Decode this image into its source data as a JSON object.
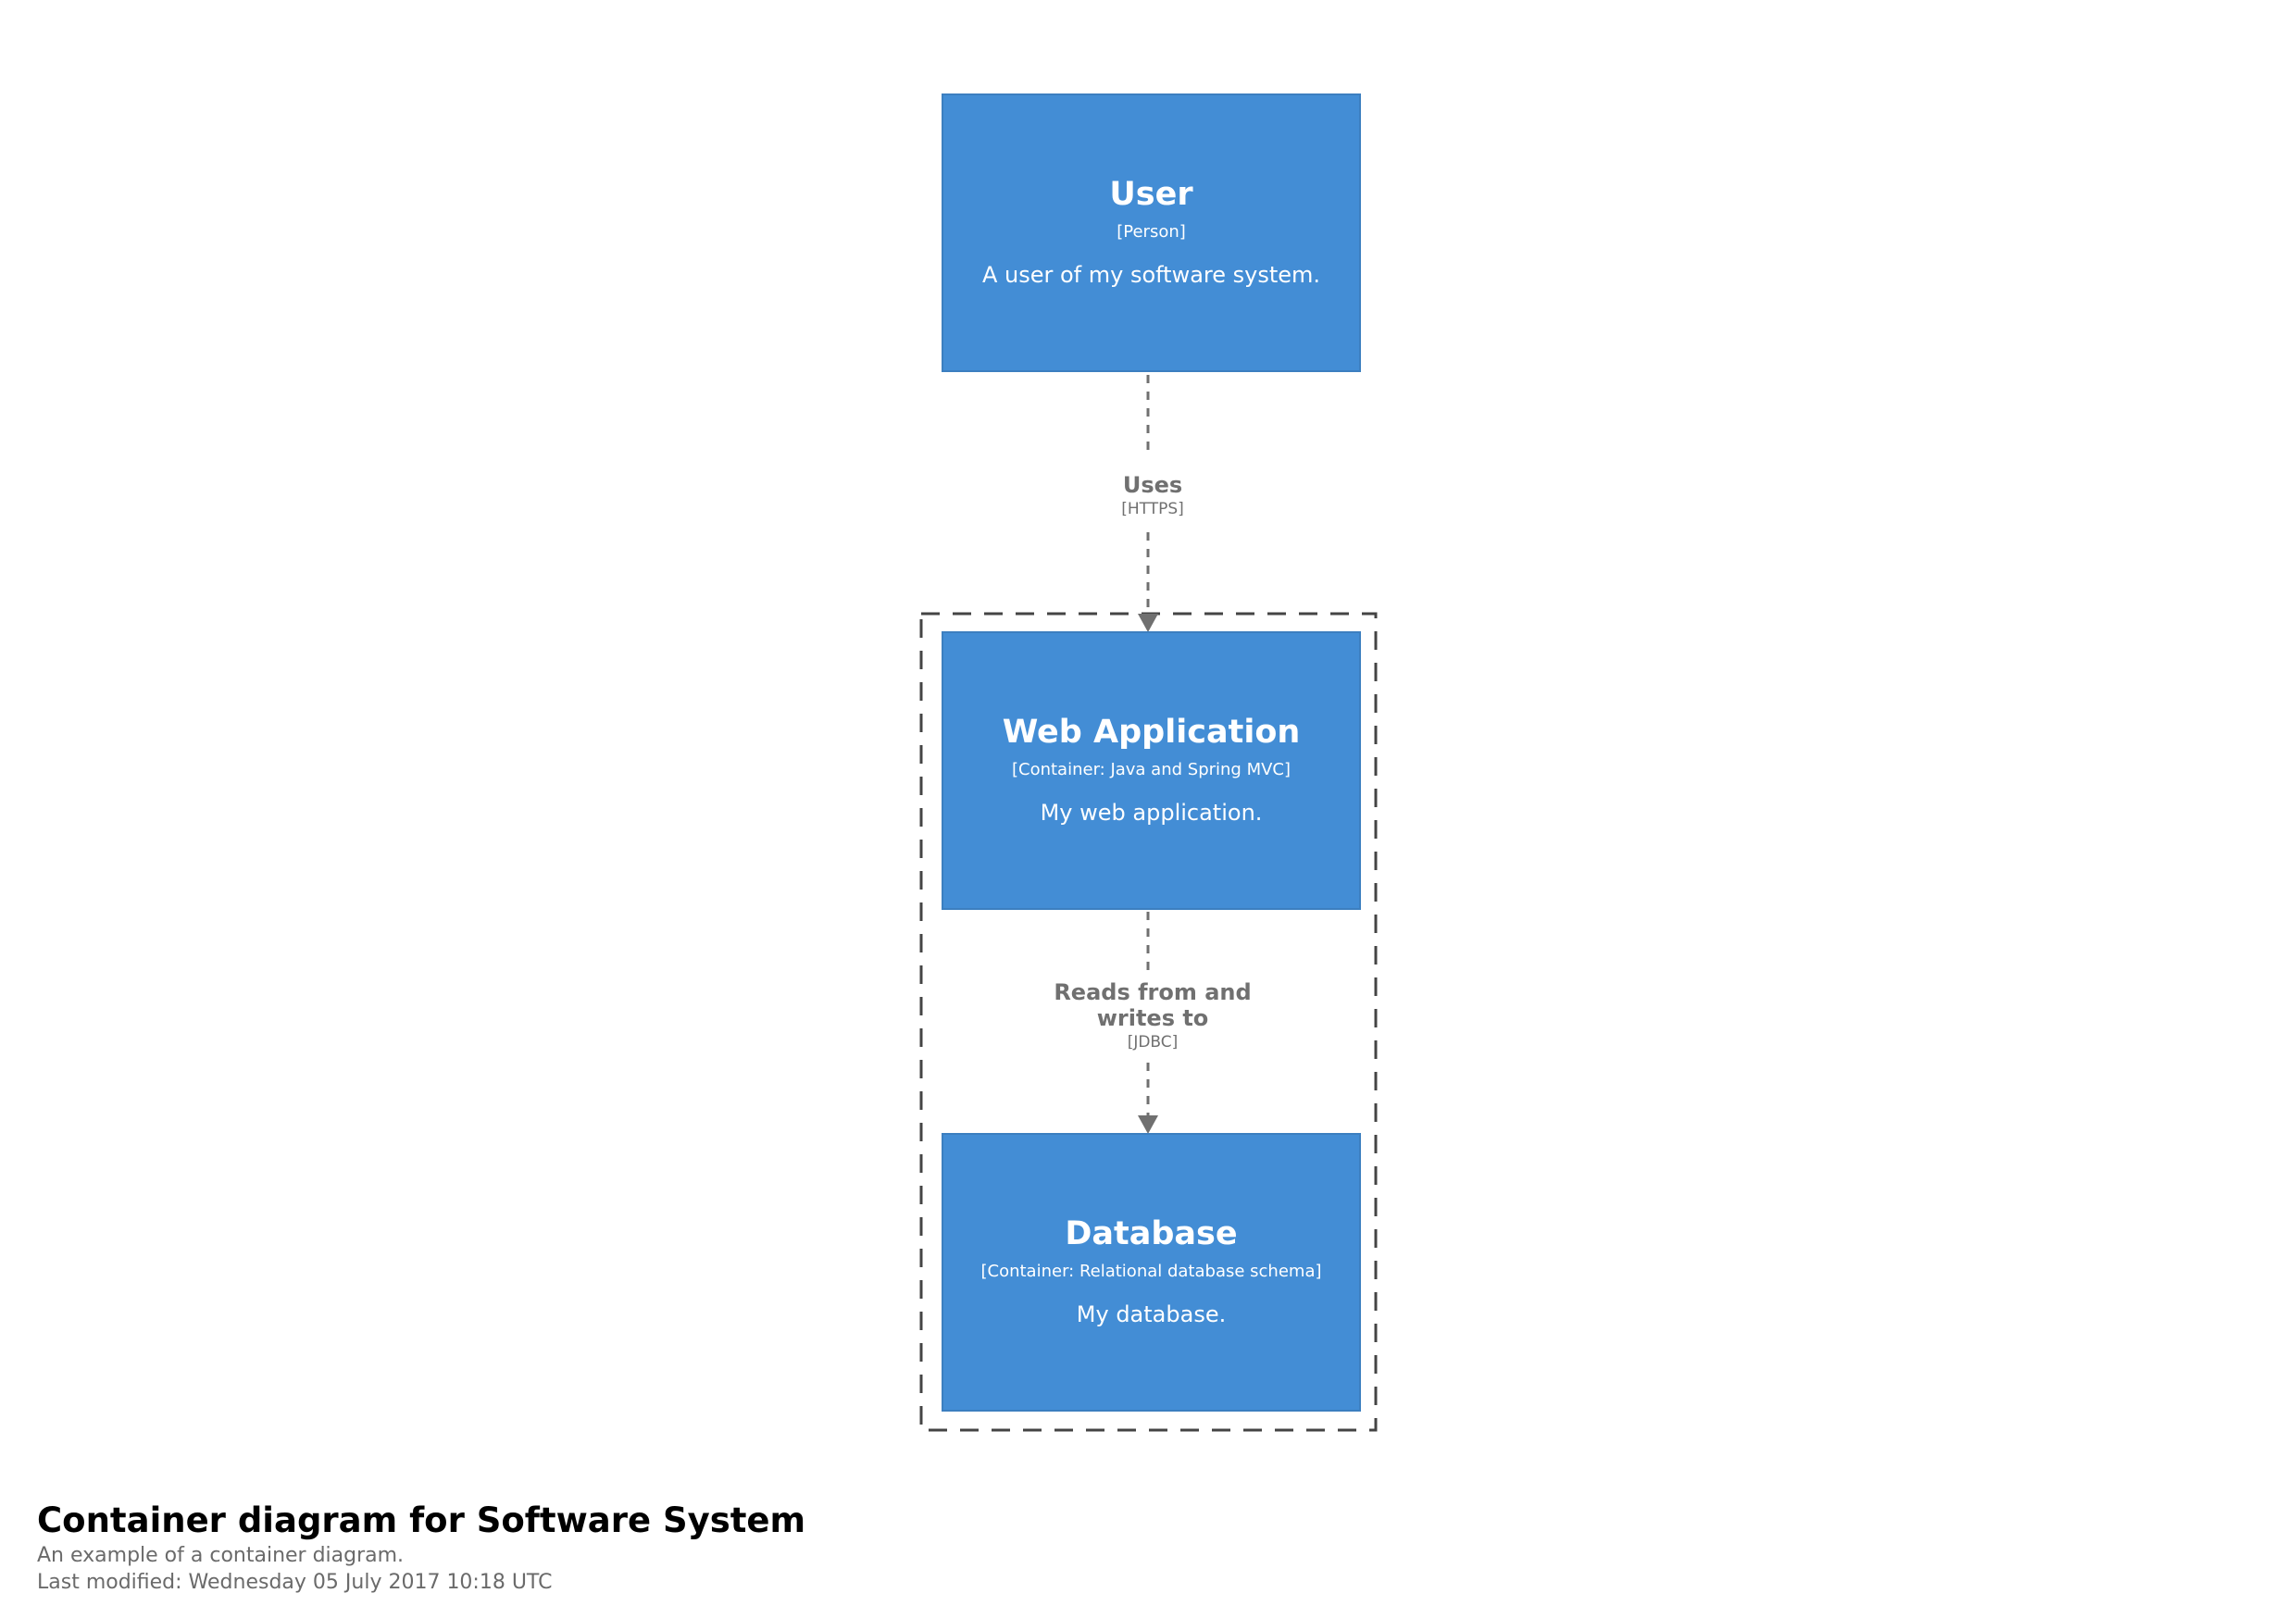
{
  "elements": {
    "user": {
      "name": "User",
      "type": "[Person]",
      "description": "A user of my software system.",
      "color": "#438dd5"
    },
    "web_application": {
      "name": "Web Application",
      "type": "[Container: Java and Spring MVC]",
      "description": "My web application.",
      "color": "#438dd5"
    },
    "database": {
      "name": "Database",
      "type": "[Container: Relational database schema]",
      "description": "My database.",
      "color": "#438dd5"
    }
  },
  "relationships": [
    {
      "from": "User",
      "to": "Web Application",
      "description": "Uses",
      "technology": "[HTTPS]"
    },
    {
      "from": "Web Application",
      "to": "Database",
      "description_lines": [
        "Reads from and",
        "writes to"
      ],
      "technology": "[JDBC]"
    }
  ],
  "caption": {
    "title": "Container diagram for Software System",
    "description": "An example of a container diagram.",
    "last_modified": "Last modified: Wednesday 05 July 2017 10:18 UTC"
  },
  "colors": {
    "element_fill": "#438dd5",
    "relationship_line": "#707070",
    "boundary_line": "#444444"
  }
}
